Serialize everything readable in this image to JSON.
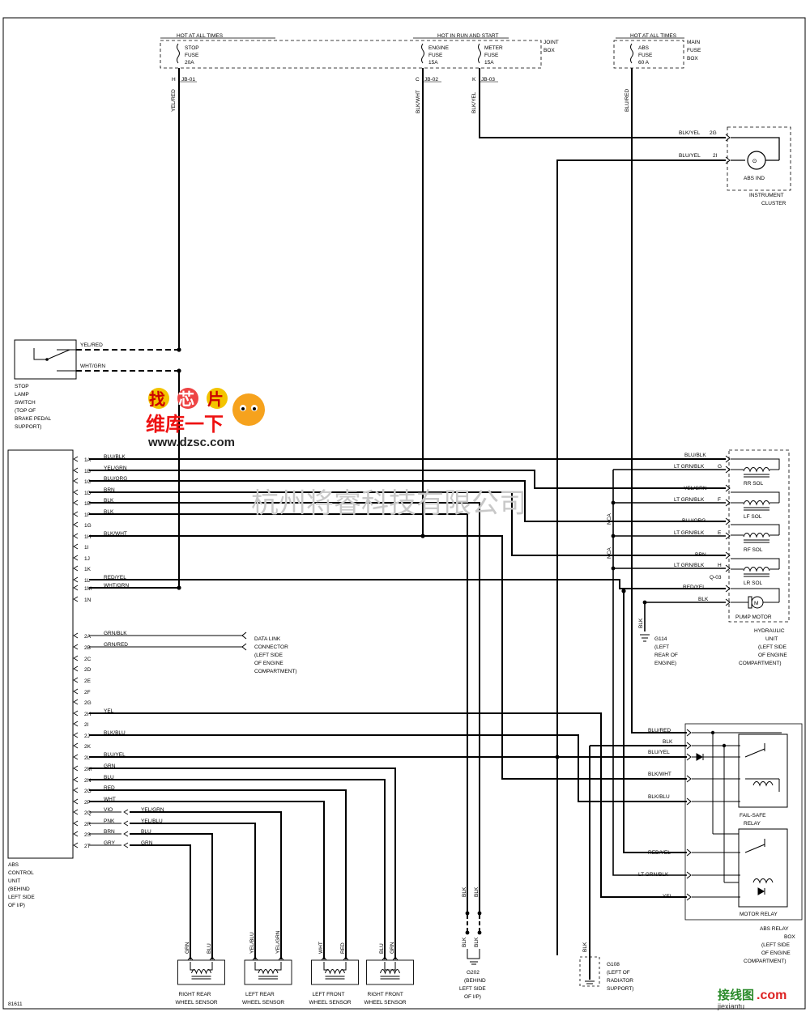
{
  "headers": {
    "hot_left": "HOT AT ALL TIMES",
    "hot_run": "HOT IN RUN AND START",
    "hot_right": "HOT AT ALL TIMES",
    "joint_box": [
      "JOINT",
      "BOX"
    ],
    "main_fuse_box": [
      "MAIN",
      "FUSE",
      "BOX"
    ]
  },
  "fuses": [
    {
      "lines": [
        "STOP",
        "FUSE",
        "20A"
      ],
      "pin": "H",
      "connector": "JB-01",
      "wire": "YEL/RED"
    },
    {
      "lines": [
        "ENGINE",
        "FUSE",
        "15A"
      ],
      "pin": "C",
      "connector": "JB-02",
      "wire": "BLK/WHT"
    },
    {
      "lines": [
        "METER",
        "FUSE",
        "15A"
      ],
      "pin": "K",
      "connector": "JB-03",
      "wire": "BLK/YEL"
    },
    {
      "lines": [
        "ABS",
        "FUSE",
        "60 A"
      ],
      "pin": "",
      "connector": "",
      "wire": "BLU/RED"
    }
  ],
  "instrument_cluster": {
    "wires": [
      {
        "color": "BLK/YEL",
        "pin": "2G"
      },
      {
        "color": "BLU/YEL",
        "pin": "2I"
      }
    ],
    "lamp": "ABS IND",
    "label": [
      "INSTRUMENT",
      "CLUSTER"
    ]
  },
  "stop_lamp_switch": {
    "wires": [
      "YEL/RED",
      "WHT/GRN"
    ],
    "label": [
      "STOP",
      "LAMP",
      "SWITCH",
      "(TOP OF",
      "BRAKE PEDAL",
      "SUPPORT)"
    ]
  },
  "abs_unit": {
    "label": [
      "ABS",
      "CONTROL",
      "UNIT",
      "(BEHIND",
      "LEFT SIDE",
      "OF I/P)"
    ],
    "pins": [
      {
        "pin": "1A",
        "wire": "BLU/BLK"
      },
      {
        "pin": "1B",
        "wire": "YEL/GRN"
      },
      {
        "pin": "1C",
        "wire": "BLU/ORG"
      },
      {
        "pin": "1D",
        "wire": "BRN"
      },
      {
        "pin": "1E",
        "wire": "BLK"
      },
      {
        "pin": "1F",
        "wire": "BLK"
      },
      {
        "pin": "1G",
        "wire": ""
      },
      {
        "pin": "1H",
        "wire": "BLK/WHT"
      },
      {
        "pin": "1I",
        "wire": ""
      },
      {
        "pin": "1J",
        "wire": ""
      },
      {
        "pin": "1K",
        "wire": ""
      },
      {
        "pin": "1L",
        "wire": "RED/YEL"
      },
      {
        "pin": "1M",
        "wire": "WHT/GRN"
      },
      {
        "pin": "1N",
        "wire": ""
      },
      {
        "pin": "2A",
        "wire": "GRN/BLK"
      },
      {
        "pin": "2B",
        "wire": "GRN/RED"
      },
      {
        "pin": "2C",
        "wire": ""
      },
      {
        "pin": "2D",
        "wire": ""
      },
      {
        "pin": "2E",
        "wire": ""
      },
      {
        "pin": "2F",
        "wire": ""
      },
      {
        "pin": "2G",
        "wire": ""
      },
      {
        "pin": "2H",
        "wire": "YEL"
      },
      {
        "pin": "2I",
        "wire": ""
      },
      {
        "pin": "2J",
        "wire": "BLK/BLU"
      },
      {
        "pin": "2K",
        "wire": ""
      },
      {
        "pin": "2L",
        "wire": "BLU/YEL"
      },
      {
        "pin": "2M",
        "wire": "GRN"
      },
      {
        "pin": "2N",
        "wire": "BLU"
      },
      {
        "pin": "2O",
        "wire": "RED"
      },
      {
        "pin": "2P",
        "wire": "WHT"
      },
      {
        "pin": "2Q",
        "wire": "VIO",
        "wire2": "YEL/GRN"
      },
      {
        "pin": "2R",
        "wire": "PNK",
        "wire2": "YEL/BLU"
      },
      {
        "pin": "2S",
        "wire": "BRN",
        "wire2": "BLU"
      },
      {
        "pin": "2T",
        "wire": "GRY",
        "wire2": "GRN"
      }
    ]
  },
  "data_link": [
    "DATA LINK",
    "CONNECTOR",
    "(LEFT SIDE",
    "OF ENGINE",
    "COMPARTMENT)"
  ],
  "hydraulic_unit": {
    "wires": [
      {
        "color": "BLU/BLK",
        "pin": ""
      },
      {
        "color": "LT GRN/BLK",
        "pin": "G"
      },
      {
        "color": "YEL/GRN",
        "pin": ""
      },
      {
        "color": "LT GRN/BLK",
        "pin": "F"
      },
      {
        "color": "BLU/ORG",
        "pin": ""
      },
      {
        "color": "LT GRN/BLK",
        "pin": "E"
      },
      {
        "color": "BRN",
        "pin": ""
      },
      {
        "color": "LT GRN/BLK",
        "pin": "H"
      },
      {
        "color": "RED/YEL",
        "pin": ""
      },
      {
        "color": "BLK",
        "pin": ""
      }
    ],
    "solenoids": [
      "RR SOL",
      "LF SOL",
      "RF SOL",
      "LR SOL"
    ],
    "pump": "PUMP MOTOR",
    "nca": "NCA",
    "q03": "Q-03",
    "label": [
      "HYDRAULIC",
      "UNIT",
      "(LEFT SIDE",
      "OF ENGINE",
      "COMPARTMENT)"
    ]
  },
  "g114": {
    "wire": "BLK",
    "label": [
      "G114",
      "(LEFT",
      "REAR OF",
      "ENGINE)"
    ]
  },
  "relay_box": {
    "wires_top": [
      "BLU/RED",
      "BLK",
      "BLU/YEL",
      "BLK/WHT",
      "BLK/BLU"
    ],
    "wires_bottom": [
      "RED/YEL",
      "LT GRN/BLK",
      "YEL"
    ],
    "fail_safe": [
      "FAIL-SAFE",
      "RELAY"
    ],
    "motor_relay": "MOTOR RELAY",
    "label": [
      "ABS RELAY",
      "BOX",
      "(LEFT SIDE",
      "OF ENGINE",
      "COMPARTMENT)"
    ]
  },
  "sensors": [
    {
      "wires": [
        "GRN",
        "BLU"
      ],
      "label": [
        "RIGHT REAR",
        "WHEEL SENSOR"
      ]
    },
    {
      "wires": [
        "YEL/BLU",
        "YEL/GRN"
      ],
      "label": [
        "LEFT REAR",
        "WHEEL SENSOR"
      ]
    },
    {
      "wires": [
        "WHT",
        "RED"
      ],
      "label": [
        "LEFT FRONT",
        "WHEEL SENSOR"
      ]
    },
    {
      "wires": [
        "BLU",
        "GRN"
      ],
      "label": [
        "RIGHT FRONT",
        "WHEEL SENSOR"
      ]
    }
  ],
  "g202": {
    "wires": [
      "BLK",
      "BLK"
    ],
    "label": [
      "G202",
      "(BEHIND",
      "LEFT SIDE",
      "OF I/P)"
    ]
  },
  "g108": {
    "wire": "BLK",
    "label": [
      "G108",
      "(LEFT OF",
      "RADIATOR",
      "SUPPORT)"
    ]
  },
  "figure_id": "81611",
  "watermark": "杭州将睿科技有限公司",
  "logo": {
    "top": [
      "找",
      "芯",
      "片"
    ],
    "sub": "维库一下",
    "url": "www.dzsc.com"
  },
  "brand": {
    "text": "接线图",
    "dot": ".com",
    "sub": "jiexiantu"
  }
}
